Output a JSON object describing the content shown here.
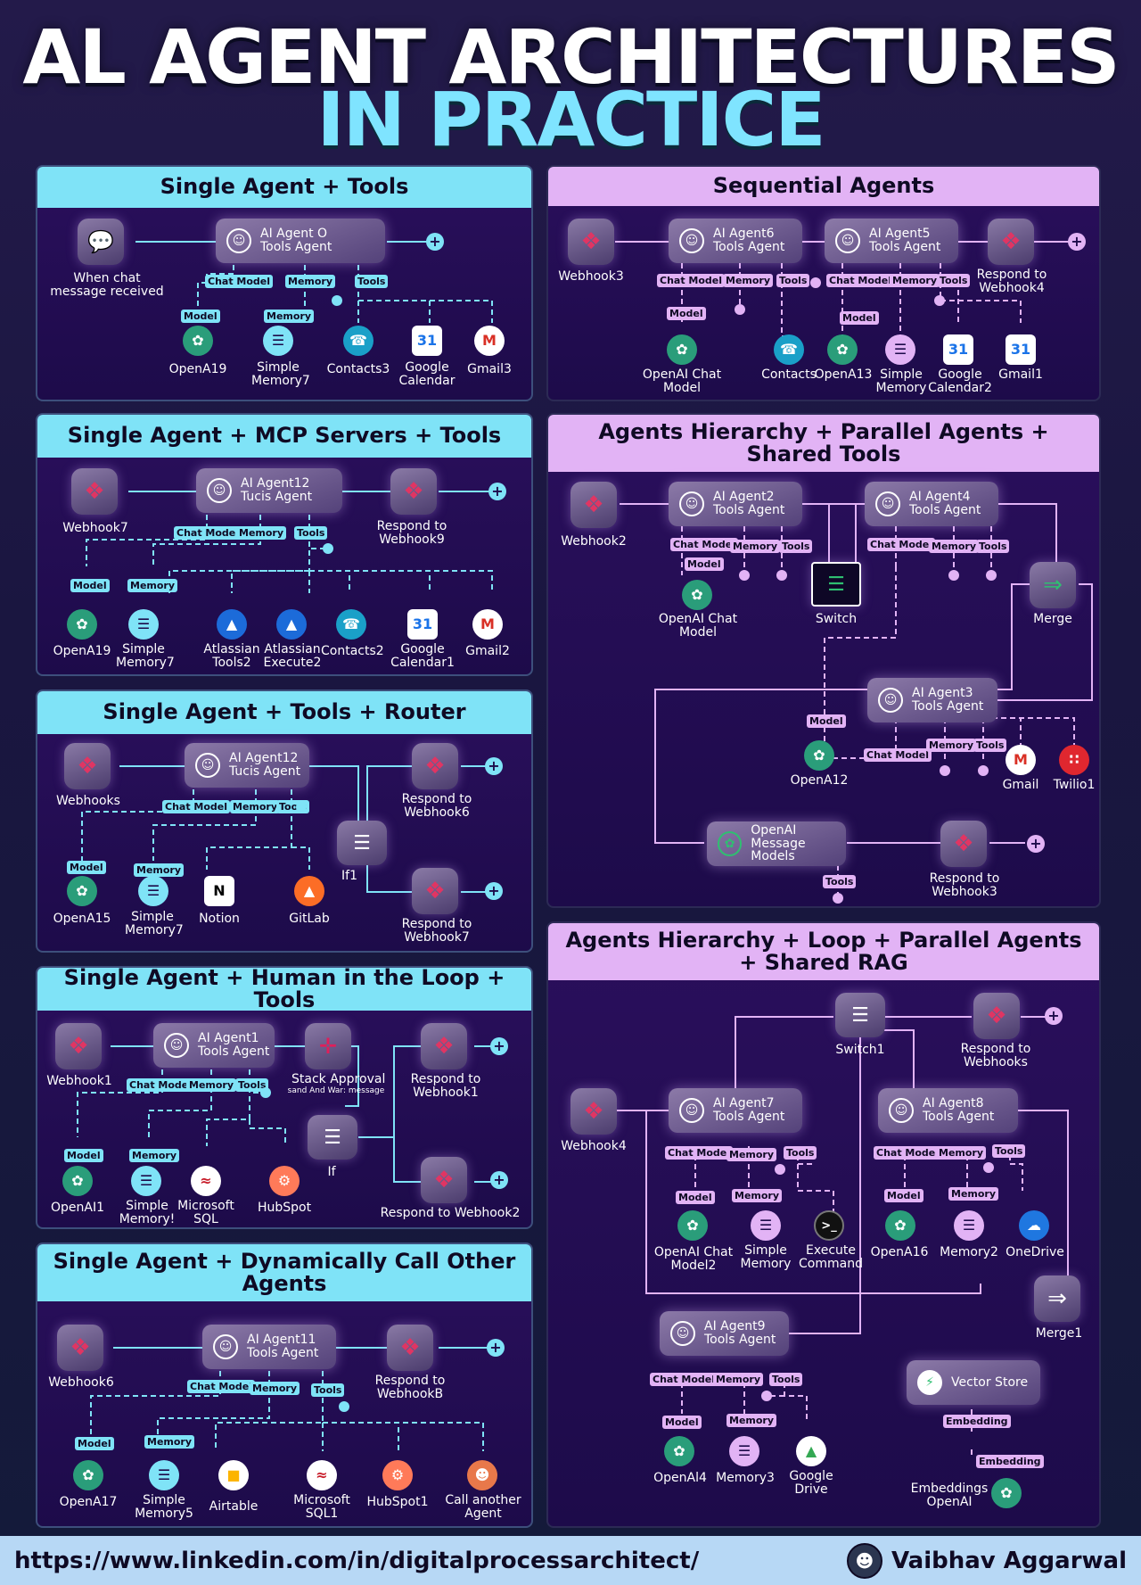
{
  "title": {
    "line1": "AL AGENT ARCHITECTURES",
    "line2": "IN PRACTICE"
  },
  "footer": {
    "url": "https://www.linkedin.com/in/digitalprocessarchitect/",
    "author": "Vaibhav Aggarwal"
  },
  "colors": {
    "blue_accent": "#7fe3f7",
    "pink_accent": "#e2b3f5",
    "panel_bg": "#2a0f5c",
    "title_cyan": "#7fe4ff"
  },
  "p1": {
    "title": "Single Agent + Tools",
    "trigger": "When chat message received",
    "agent": "AI Agent O Tools Agent",
    "tags": [
      "Chat Model",
      "Memory",
      "Tools",
      "Model",
      "Memory"
    ],
    "tools": [
      "OpenA19",
      "Simple Memory7",
      "Contacts3",
      "Google Calendar",
      "Gmail3"
    ]
  },
  "p2": {
    "title": "Sequential Agents",
    "trigger": "Webhook3",
    "agent_a": "AI Agent6 Tools Agent",
    "agent_b": "AI Agent5 Tools Agent",
    "respond": "Respond to Webhook4",
    "tags": [
      "Chat Model",
      "Memory",
      "Tools",
      "Chat Model",
      "Memory",
      "Tools",
      "Model",
      "Model"
    ],
    "tools": [
      "OpenAI Chat Model",
      "Contacts",
      "OpenA13",
      "Simple Memory",
      "Google Calendar2",
      "Gmail1"
    ]
  },
  "p3": {
    "title": "Single Agent + MCP Servers + Tools",
    "trigger": "Webhook7",
    "agent": "AI Agent12 Tucis Agent",
    "respond": "Respond to Webhook9",
    "tags": [
      "Chat Model",
      "Memory",
      "Tools",
      "Model",
      "Memory"
    ],
    "tools": [
      "OpenA19",
      "Simple Memory7",
      "Atlassian Tools2",
      "Atlassian Execute2",
      "Contacts2",
      "Google Calendar1",
      "Gmail2"
    ]
  },
  "p4": {
    "title": "Agents Hierarchy + Parallel Agents + Shared Tools",
    "trigger": "Webhook2",
    "agent_a": "AI Agent2 Tools Agent",
    "agent_b": "AI Agent4 Tools Agent",
    "agent_c": "AI Agent3 Tools Agent",
    "switch": "Switch",
    "merge": "Merge",
    "model_node": "OpenAI Message Models",
    "respond": "Respond to Webhook3",
    "tags": [
      "Chat Model",
      "Memory",
      "Tools",
      "Model",
      "Chat Model",
      "Memory",
      "Tools",
      "Model",
      "Chat Model",
      "Memory",
      "Tools",
      "Tools"
    ],
    "tools": [
      "OpenAI Chat Model",
      "OpenA12",
      "Gmail",
      "Twilio1"
    ]
  },
  "p5": {
    "title": "Single Agent + Tools + Router",
    "trigger": "Webhooks",
    "agent": "AI Agent12 Tucis Agent",
    "router": "If1",
    "respond_a": "Respond to Webhook6",
    "respond_b": "Respond to Webhook7",
    "tags": [
      "Chat Model",
      "Memory",
      "Tools",
      "Model",
      "Memory"
    ],
    "tools": [
      "OpenA15",
      "Simple Memory7",
      "Notion",
      "GitLab"
    ]
  },
  "p6": {
    "title": "Single Agent + Human in the Loop + Tools",
    "trigger": "Webhook1",
    "agent": "AI Agent1 Tools Agent",
    "approval": "Stack Approval",
    "approval_sub": "sand And War: message",
    "router": "If",
    "respond_a": "Respond to Webhook1",
    "respond_b": "Respond to Webhook2",
    "tags": [
      "Chat Model",
      "Memory",
      "Tools",
      "Model",
      "Memory"
    ],
    "tools": [
      "OpenAI1",
      "Simple Memory!",
      "Microsoft SQL",
      "HubSpot"
    ]
  },
  "p7": {
    "title": "Agents Hierarchy + Loop + Parallel Agents + Shared RAG",
    "trigger": "Webhook4",
    "switch": "Switch1",
    "respond": "Respond to Webhooks",
    "agent_a": "AI Agent7 Tools Agent",
    "agent_b": "AI Agent8 Tools Agent",
    "agent_c": "AI Agent9 Tools Agent",
    "merge": "Merge1",
    "vector": "Vector Store",
    "tags": [
      "Chat Model",
      "Memory",
      "Tools",
      "Model",
      "Memory",
      "Chat Model",
      "Memory",
      "Tools",
      "Model",
      "Memory",
      "Chat Model",
      "Memory",
      "Tools",
      "Model",
      "Memory",
      "Embedding",
      "Embedding"
    ],
    "tools": [
      "OpenAI Chat Model2",
      "Simple Memory",
      "Execute Command",
      "OpenA16",
      "Memory2",
      "OneDrive",
      "OpenAl4",
      "Memory3",
      "Google Drive",
      "Embeddings OpenAI"
    ]
  },
  "p8": {
    "title": "Single Agent + Dynamically Call Other Agents",
    "trigger": "Webhook6",
    "agent": "AI Agent11 Tools Agent",
    "respond": "Respond to WebhookB",
    "tags": [
      "Chat Model",
      "Memory",
      "Tools",
      "Model",
      "Memory"
    ],
    "tools": [
      "OpenA17",
      "Simple Memory5",
      "Airtable",
      "Microsoft SQL1",
      "HubSpot1",
      "Call another Agent"
    ]
  }
}
